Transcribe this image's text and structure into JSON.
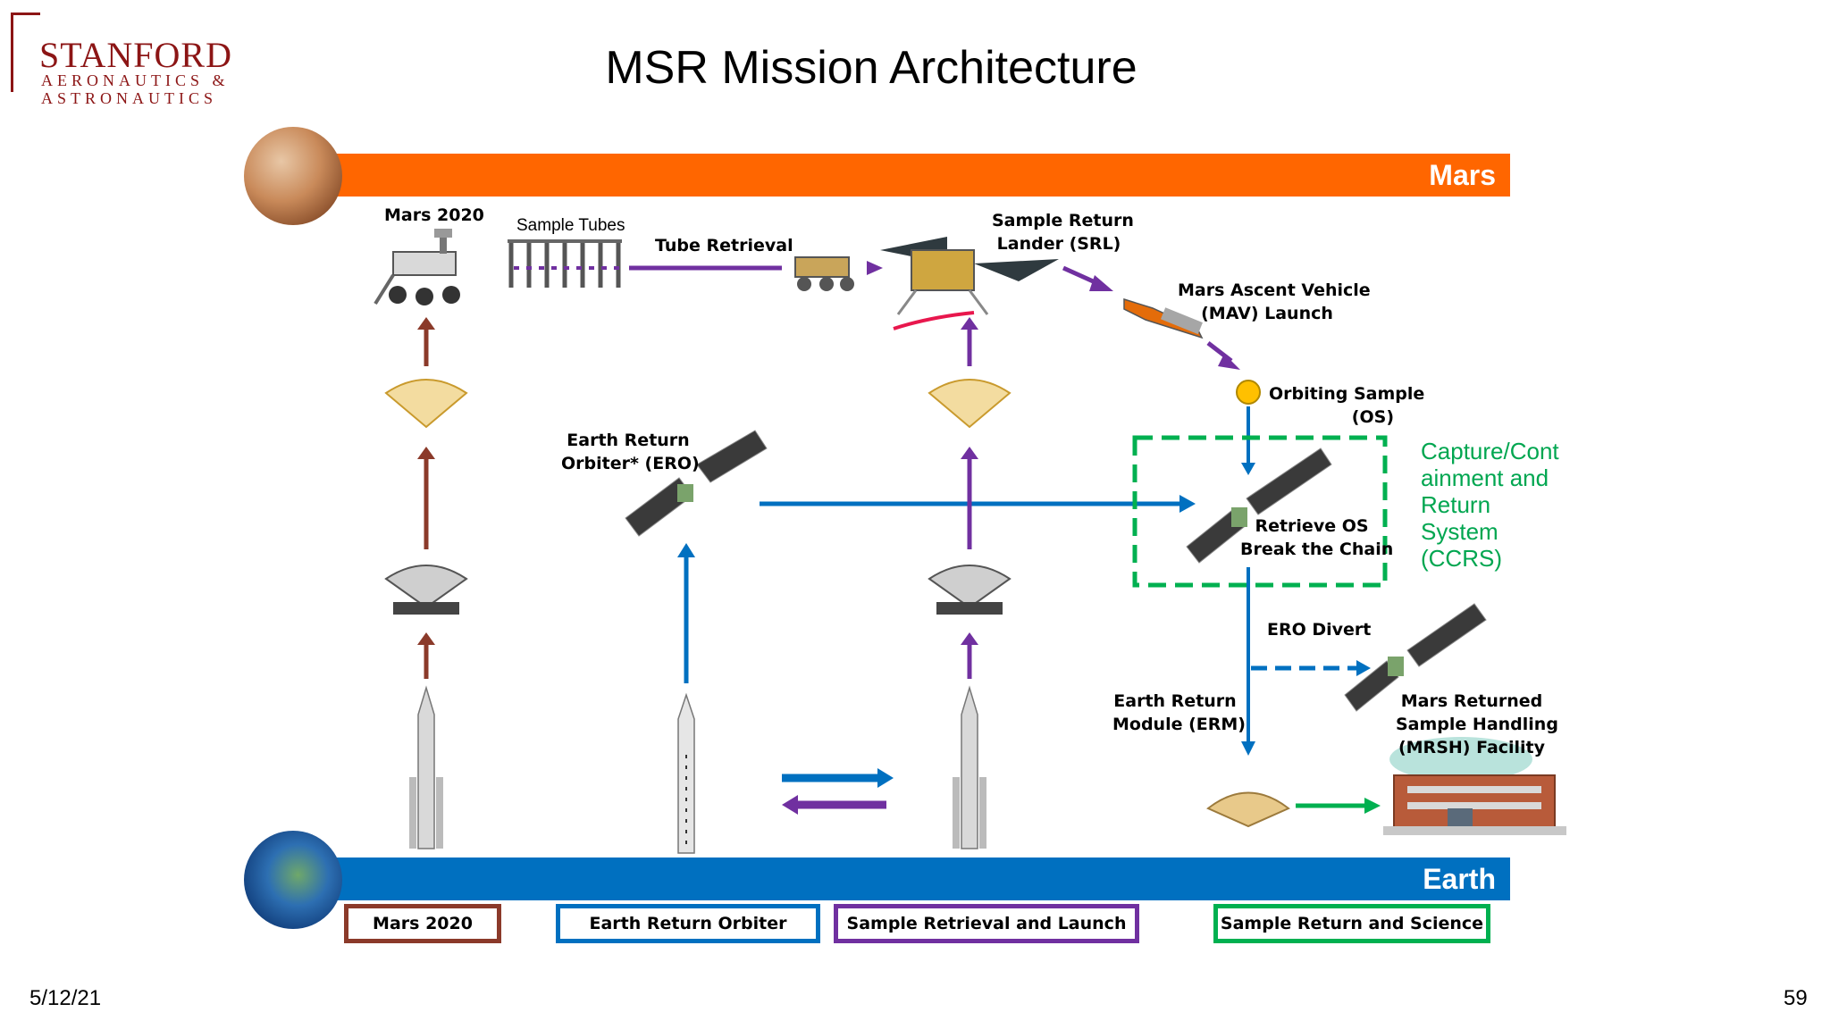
{
  "logo": {
    "main": "STANFORD",
    "line1": "AERONAUTICS &",
    "line2": "ASTRONAUTICS"
  },
  "title": "MSR Mission Architecture",
  "bands": {
    "mars": "Mars",
    "earth": "Earth"
  },
  "labels": {
    "mars2020": "Mars 2020",
    "sample_tubes": "Sample Tubes",
    "tube_retrieval": "Tube Retrieval",
    "srl_1": "Sample Return",
    "srl_2": "Lander (SRL)",
    "mav_1": "Mars Ascent Vehicle",
    "mav_2": "(MAV) Launch",
    "os_1": "Orbiting Sample",
    "os_2": "(OS)",
    "ero_1": "Earth Return",
    "ero_2": "Orbiter* (ERO)",
    "retrieve_1": "Retrieve OS",
    "retrieve_2": "Break the Chain",
    "ero_divert": "ERO Divert",
    "erm_1": "Earth Return",
    "erm_2": "Module (ERM)",
    "mrsh_1": "Mars Returned",
    "mrsh_2": "Sample Handling",
    "mrsh_3": "(MRSH) Facility",
    "ccrs_1": "Capture/Cont",
    "ccrs_2": "ainment and",
    "ccrs_3": "Return",
    "ccrs_4": "System",
    "ccrs_5": "(CCRS)"
  },
  "legend": [
    {
      "label": "Mars 2020",
      "color": "#8b3a2a"
    },
    {
      "label": "Earth Return Orbiter",
      "color": "#0070c0"
    },
    {
      "label": "Sample Retrieval and Launch",
      "color": "#7030a0"
    },
    {
      "label": "Sample Return and Science",
      "color": "#00b050"
    }
  ],
  "colors": {
    "mars_band": "#ff6600",
    "earth_band": "#0070c0",
    "brown": "#8b3a2a",
    "blue": "#0070c0",
    "purple": "#7030a0",
    "green": "#00b050",
    "os_yellow": "#ffc000"
  },
  "footer": {
    "date": "5/12/21",
    "page": "59"
  }
}
